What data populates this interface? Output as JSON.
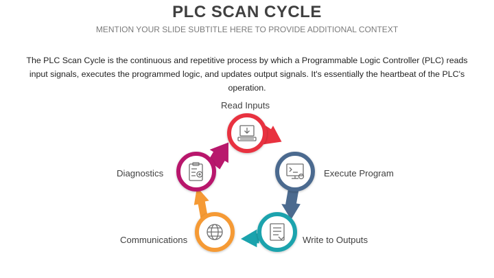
{
  "header": {
    "title": "PLC SCAN CYCLE",
    "subtitle": "MENTION YOUR SLIDE SUBTITLE HERE TO PROVIDE ADDITIONAL CONTEXT"
  },
  "description": "The PLC Scan Cycle is the continuous and repetitive process by which a Programmable Logic Controller (PLC) reads input signals, executes the programmed logic, and updates output signals. It's essentially the heartbeat of the PLC's operation.",
  "cycle": {
    "steps": [
      {
        "label": "Read Inputs",
        "color": "#e8323f",
        "icon": "computer-input-icon"
      },
      {
        "label": "Execute Program",
        "color": "#4c6b8f",
        "icon": "program-monitor-icon"
      },
      {
        "label": "Write to Outputs",
        "color": "#1aa3ad",
        "icon": "output-document-icon"
      },
      {
        "label": "Communications",
        "color": "#f59a35",
        "icon": "globe-network-icon"
      },
      {
        "label": "Diagnostics",
        "color": "#b8186c",
        "icon": "clipboard-diagnostics-icon"
      }
    ]
  }
}
